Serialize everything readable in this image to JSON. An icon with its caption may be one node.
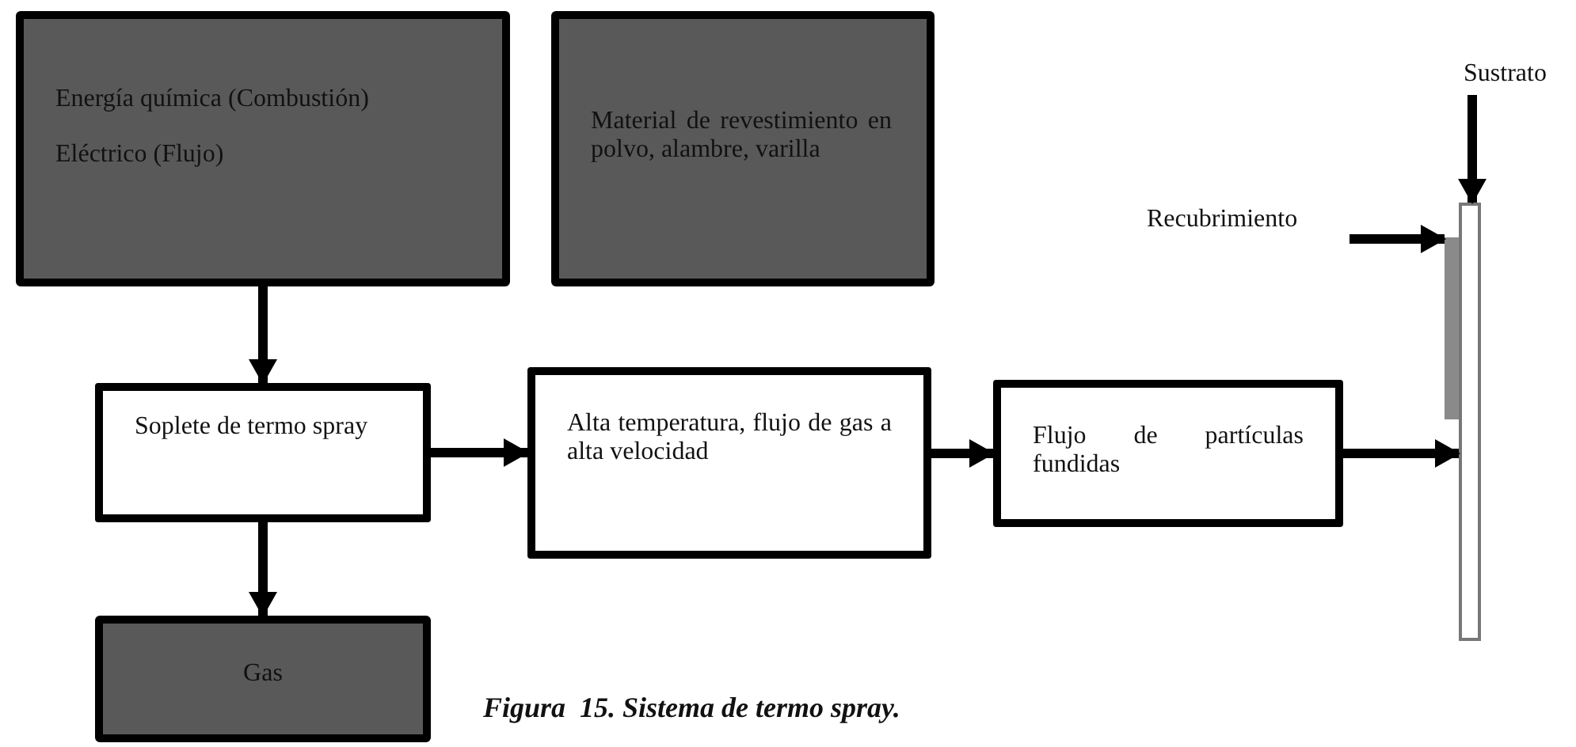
{
  "diagram": {
    "caption": "Figura  15. Sistema de termo spray.",
    "nodes": [
      {
        "text": [
          "Energía química (Combustión)",
          "Eléctrico (Flujo)"
        ]
      },
      {
        "text": [
          "Material de revestimiento en polvo, alambre, varilla"
        ]
      },
      {
        "text": [
          "Soplete de termo spray"
        ]
      },
      {
        "text": [
          "Alta temperatura, flujo de gas a alta velocidad"
        ]
      },
      {
        "text": [
          "Flujo de partículas fundidas"
        ]
      },
      {
        "text": [
          "Gas"
        ]
      },
      {
        "text": [
          "Sustrato"
        ]
      },
      {
        "text": [
          "Recubrimiento"
        ]
      },
      {
        "text": [],
        "shape": "bar"
      },
      {
        "text": [],
        "shape": "bar"
      }
    ],
    "edges": [
      {
        "from": 0,
        "to": 2,
        "arrow": "to"
      },
      {
        "from": 2,
        "to": 3,
        "arrow": "to"
      },
      {
        "from": 3,
        "to": 4,
        "arrow": "to"
      },
      {
        "from": 4,
        "to": 8,
        "arrow": "to"
      },
      {
        "from": 2,
        "to": 5,
        "arrow": "to"
      },
      {
        "from": 6,
        "to": 8,
        "arrow": "to"
      },
      {
        "from": 7,
        "to": 9,
        "arrow": "to"
      }
    ]
  }
}
